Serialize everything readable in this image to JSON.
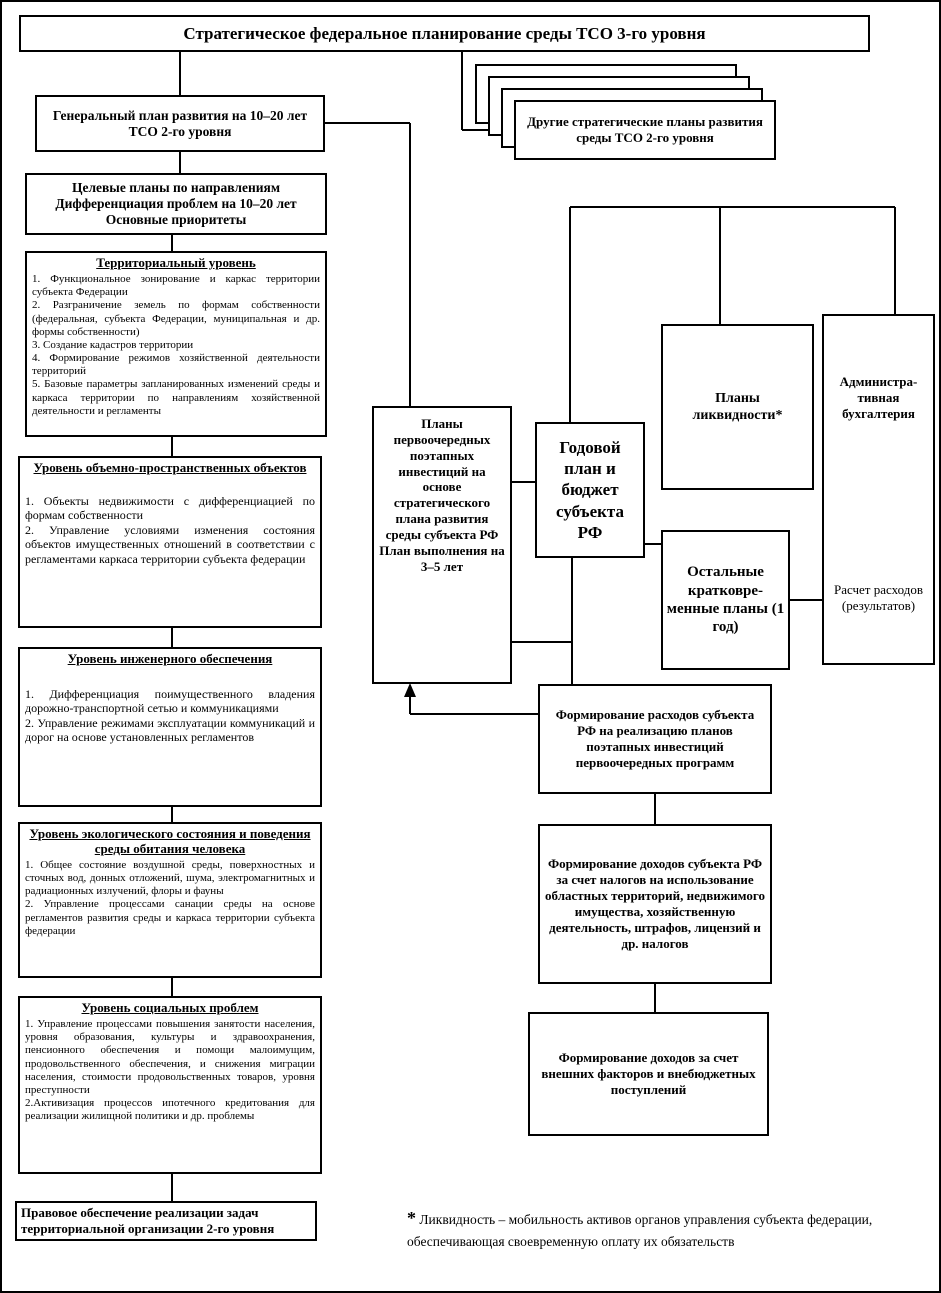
{
  "page": {
    "title": "Стратегическое федеральное планирование среды ТСО 3-го уровня"
  },
  "left_column": {
    "general_plan": {
      "lines": [
        "Генеральный план развития на 10–20 лет",
        "ТСО 2-го уровня"
      ]
    },
    "target_plans": {
      "lines": [
        "Целевые планы по направлениям",
        "Дифференциация проблем на 10–20 лет",
        "Основные приоритеты"
      ]
    },
    "territorial": {
      "header": "Территориальный уровень",
      "items": [
        "1. Функциональное зонирование и каркас территории субъекта Федерации",
        "2. Разграничение земель по формам собственности (федеральная, субъекта Федерации, муниципальная и др. формы собственности)",
        "3. Создание кадастров территории",
        "4. Формирование режимов хозяйственной деятельности территорий",
        "5. Базовые параметры запланированных изменений среды и каркаса территории по направлениям хозяйственной деятельности и регламенты"
      ]
    },
    "spatial": {
      "header": "Уровень объемно-пространственных объектов",
      "items": [
        "1. Объекты недвижимости с дифференциацией по формам собственности",
        "2. Управление условиями изменения состояния объектов имущественных отношений в соответствии с регламентами каркаса территории субъекта федерации"
      ]
    },
    "engineering": {
      "header": "Уровень инженерного обеспечения",
      "items": [
        "1. Дифференциация поимущественного владения дорожно-транспортной сетью и коммуникациями",
        "2. Управление режимами эксплуатации коммуникаций и дорог на основе установленных регламентов"
      ]
    },
    "ecological": {
      "header": "Уровень экологического состояния и поведения среды обитания человека",
      "items": [
        "1. Общее состояние воздушной среды, поверхностных и сточных вод, донных отложений, шума, электромагнитных и радиационных излучений, флоры и фауны",
        "2. Управление процессами санации среды на основе регламентов развития среды и каркаса территории субъекта федерации"
      ]
    },
    "social": {
      "header": "Уровень социальных проблем",
      "items": [
        "1. Управление процессами повышения занятости населения, уровня образования, культуры и здравоохранения, пенсионного обеспечения и помощи малоимущим, продовольственного обеспечения, и снижения миграции населения, стоимости продовольственных товаров, уровня преступности",
        "2.Активизация процессов ипотечного кредитования для реализации жилищной политики и др. проблемы"
      ]
    },
    "legal": {
      "text": "Правовое обеспечение реализации задач территориальной организации 2-го уровня"
    }
  },
  "right_column": {
    "other_plans": {
      "text": "Другие стратегические планы развития среды ТСО 2-го уровня"
    },
    "investment_plans": {
      "text1": "Планы первоочередных поэтапных инвестиций на основе стратегического плана развития среды субъекта РФ",
      "text2": "План выполнения на 3–5 лет"
    },
    "annual_plan": {
      "text": "Годовой план и бюджет субъекта РФ"
    },
    "liquidity_plans": {
      "text": "Планы ликвидности*"
    },
    "admin_accounting": {
      "text": "Администра-тивная бухгалтерия",
      "sub_text": "Расчет расходов (результатов)"
    },
    "short_term_plans": {
      "text": "Остальные кратковре-менные планы (1 год)"
    },
    "expenses": {
      "text": "Формирование расходов субъекта РФ на реализацию планов поэтапных инвестиций первоочередных программ"
    },
    "tax_income": {
      "text": "Формирование доходов субъекта РФ за счет налогов на использование областных территорий, недвижимого имущества, хозяйственную деятельность, штрафов, лицензий и др. налогов"
    },
    "external_income": {
      "text": "Формирование доходов за счет внешних факторов и внебюджетных поступлений"
    }
  },
  "footnote": {
    "asterisk": "*",
    "text": "Ликвидность – мобильность активов органов управления субъекта федерации, обеспечивающая своевременную оплату их обязательств"
  }
}
